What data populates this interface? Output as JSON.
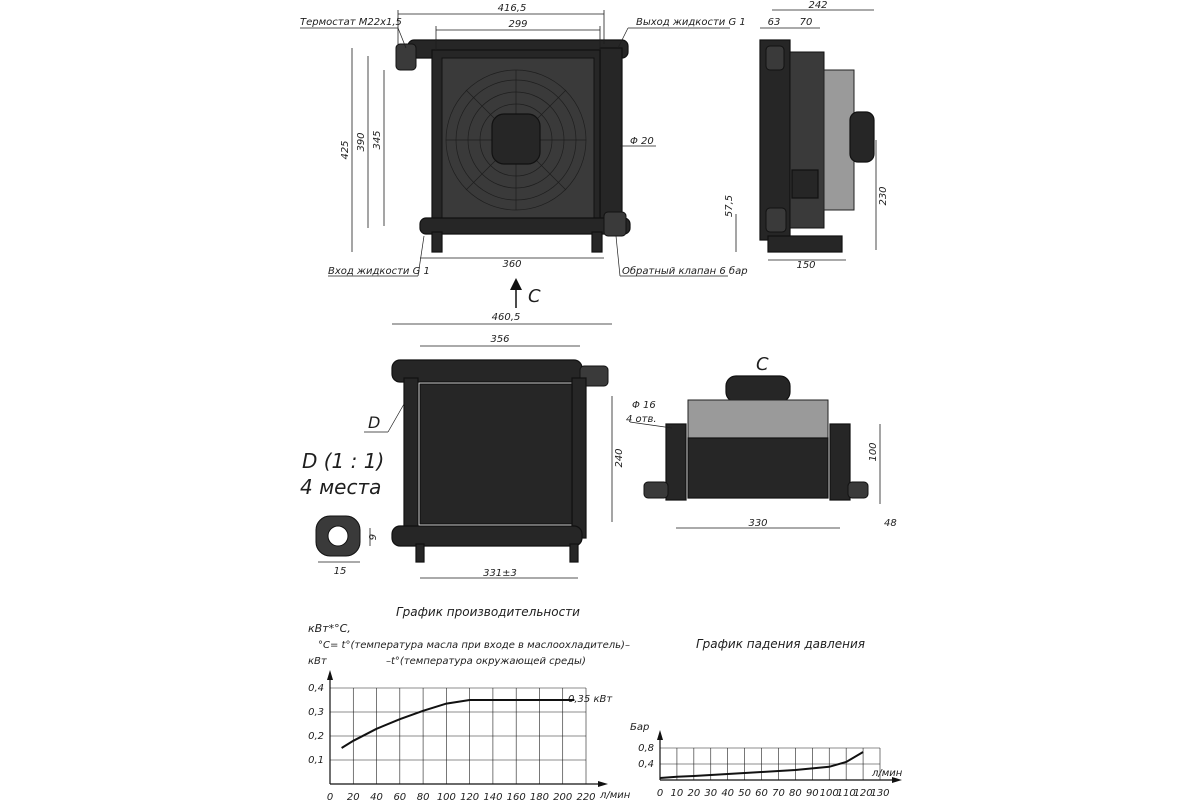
{
  "front_view": {
    "thermostat_label": "Термостат М22х1,5",
    "outlet_label": "Выход жидкости G 1",
    "inlet_label": "Вход жидкости G 1",
    "check_valve_label": "Обратный клапан 6 бар",
    "dim_width_total": "416,5",
    "dim_width_inner": "299",
    "dim_height_total": "425",
    "dim_height_390": "390",
    "dim_height_345": "345",
    "dim_pipe_diameter": "Φ 20",
    "dim_base_width": "360"
  },
  "side_view": {
    "dim_total": "242",
    "dim_63": "63",
    "dim_70": "70",
    "dim_230": "230",
    "dim_57": "57,5",
    "dim_150": "150"
  },
  "view_arrow_label": "C",
  "bottom_view": {
    "dim_total": "460,5",
    "dim_inner": "356",
    "dim_height": "240",
    "dim_base": "331±3",
    "detail_marker": "D"
  },
  "detail": {
    "title": "D (1 : 1)",
    "subtitle": "4 места",
    "dim_9": "9",
    "dim_15": "15"
  },
  "view_c": {
    "title": "C",
    "hole_label": "Φ 16",
    "hole_count": "4 отв.",
    "dim_100": "100",
    "dim_330": "330",
    "dim_48": "48"
  },
  "performance_chart": {
    "title": "График производительности",
    "unit_line": "кВт*°С,",
    "formula_line1": "°С= t°(температура масла при входе в маслоохладитель)–",
    "formula_line2": "–t°(температура окружающей среды)",
    "ylabel": "кВт",
    "xlabel": "л/мин",
    "annotation": "0,35 кВт"
  },
  "pressure_chart": {
    "title": "График падения давления",
    "ylabel": "Бар",
    "xlabel": "л/мин"
  },
  "chart_data": [
    {
      "type": "line",
      "title": "График производительности",
      "xlabel": "л/мин",
      "ylabel": "кВт",
      "x_ticks": [
        0,
        20,
        40,
        60,
        80,
        100,
        120,
        140,
        160,
        180,
        200,
        220
      ],
      "x_tick_labels": [
        "0",
        "20",
        "40",
        "60",
        "80",
        "100",
        "120",
        "140",
        "160",
        "180",
        "200",
        "220"
      ],
      "y_ticks": [
        0.1,
        0.2,
        0.3,
        0.4
      ],
      "y_tick_labels": [
        "0,1",
        "0,2",
        "0,3",
        "0,4"
      ],
      "xlim": [
        0,
        220
      ],
      "ylim": [
        0,
        0.4
      ],
      "grid": true,
      "series": [
        {
          "x": [
            10,
            20,
            40,
            60,
            80,
            100,
            120,
            140,
            160,
            180,
            200,
            210
          ],
          "y": [
            0.15,
            0.18,
            0.23,
            0.27,
            0.305,
            0.335,
            0.35,
            0.35,
            0.35,
            0.35,
            0.35,
            0.35
          ]
        }
      ],
      "annotations": [
        "0,35 кВт"
      ]
    },
    {
      "type": "line",
      "title": "График падения давления",
      "xlabel": "л/мин",
      "ylabel": "Бар",
      "x_ticks": [
        0,
        10,
        20,
        30,
        40,
        50,
        60,
        70,
        80,
        90,
        100,
        110,
        120,
        130
      ],
      "x_tick_labels": [
        "0",
        "10",
        "20",
        "30",
        "40",
        "50",
        "60",
        "70",
        "80",
        "90",
        "100",
        "110",
        "120",
        "130"
      ],
      "y_ticks": [
        0.4,
        0.8
      ],
      "y_tick_labels": [
        "0,4",
        "0,8"
      ],
      "xlim": [
        0,
        130
      ],
      "ylim": [
        0,
        0.8
      ],
      "grid": true,
      "series": [
        {
          "x": [
            0,
            10,
            20,
            40,
            60,
            80,
            100,
            110,
            120
          ],
          "y": [
            0.05,
            0.08,
            0.1,
            0.15,
            0.2,
            0.25,
            0.33,
            0.45,
            0.7
          ]
        }
      ]
    }
  ]
}
